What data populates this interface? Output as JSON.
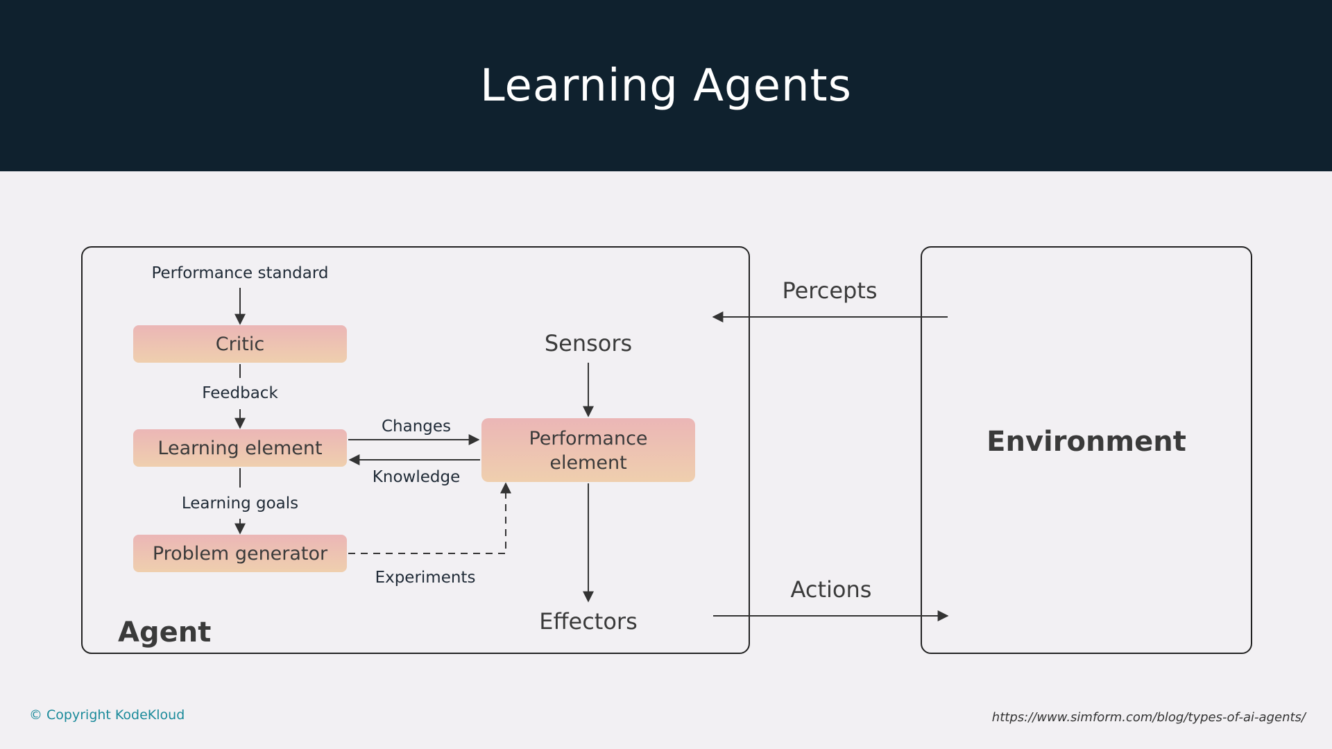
{
  "slide": {
    "title": "Learning Agents"
  },
  "diagram": {
    "agent_label": "Agent",
    "environment_label": "Environment",
    "performance_standard": "Performance standard",
    "critic": "Critic",
    "feedback": "Feedback",
    "learning_element": "Learning element",
    "learning_goals": "Learning goals",
    "problem_generator": "Problem generator",
    "changes": "Changes",
    "knowledge": "Knowledge",
    "experiments": "Experiments",
    "performance_element_line1": "Performance",
    "performance_element_line2": "element",
    "sensors": "Sensors",
    "effectors": "Effectors",
    "percepts": "Percepts",
    "actions": "Actions"
  },
  "footer": {
    "copyright": "© Copyright KodeKloud",
    "source_url": "https://www.simform.com/blog/types-of-ai-agents/"
  },
  "colors": {
    "header_bg": "#0f212e",
    "page_bg": "#f2f0f3",
    "box_top": "#ebb6b6",
    "box_bottom": "#efcfae",
    "copyright": "#1a8a9a"
  }
}
